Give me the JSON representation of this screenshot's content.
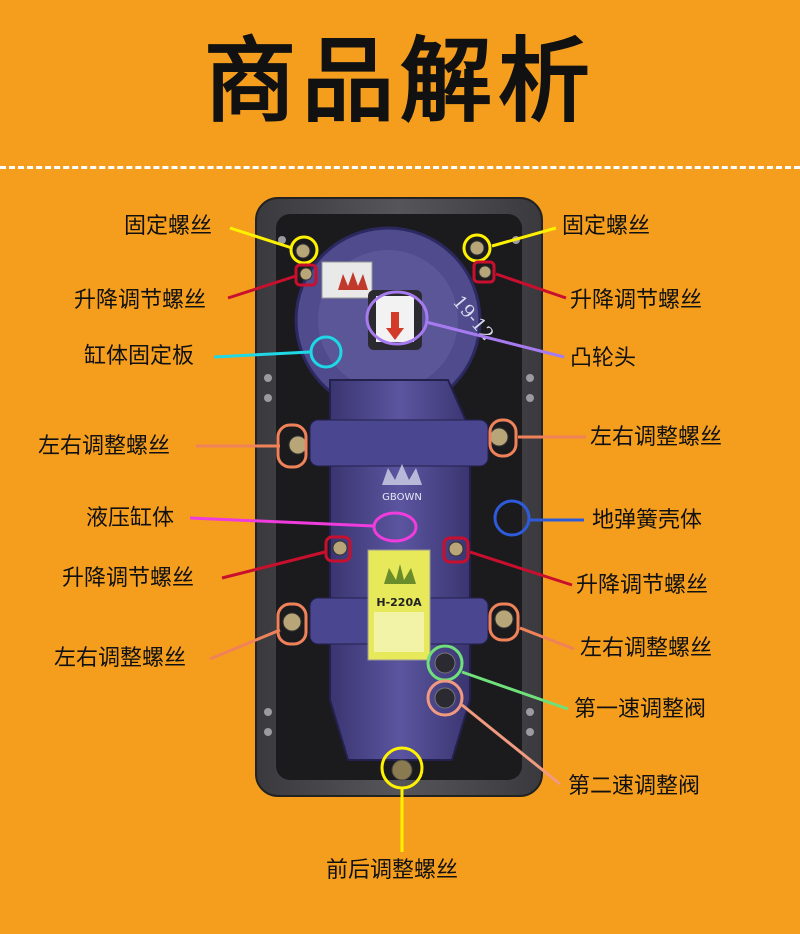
{
  "title": "商品解析",
  "product": {
    "top_number": "19-12",
    "model": "H-220A",
    "brand_small": "GBOWN"
  },
  "labels": {
    "gu_ding_left": "固定螺丝",
    "gu_ding_right": "固定螺丝",
    "sheng_jiang_left_top": "升降调节螺丝",
    "sheng_jiang_right_top": "升降调节螺丝",
    "gang_ti_gu_ding_ban": "缸体固定板",
    "tu_lun_tou": "凸轮头",
    "zuo_you_left_1": "左右调整螺丝",
    "zuo_you_right_1": "左右调整螺丝",
    "ye_ya_gang_ti": "液压缸体",
    "di_tan_huang_ke_ti": "地弹簧壳体",
    "sheng_jiang_left_bottom": "升降调节螺丝",
    "sheng_jiang_right_bottom": "升降调节螺丝",
    "zuo_you_left_2": "左右调整螺丝",
    "zuo_you_right_2": "左右调整螺丝",
    "di_yi_su": "第一速调整阀",
    "di_er_su": "第二速调整阀",
    "qian_hou": "前后调整螺丝"
  },
  "colors": {
    "background": "#F59E1E",
    "yellow_marker": "#FFF200",
    "red_marker": "#C8102E",
    "cyan_marker": "#1ED8E6",
    "violet_marker": "#A77BF0",
    "orange_marker": "#F0825A",
    "magenta_marker": "#F03CDC",
    "blue_marker": "#2E5BD9",
    "green_marker": "#6FE07A",
    "salmon_marker": "#F09A80"
  }
}
